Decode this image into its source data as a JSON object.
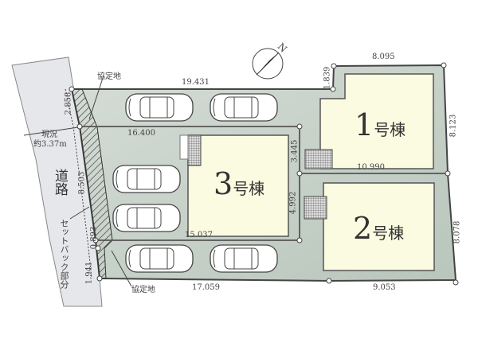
{
  "compass": {
    "north_label": "N"
  },
  "road": {
    "label": "道路",
    "width_note_line1": "現況",
    "width_note_line2": "約3.37m",
    "setback_label": "セットバック部分"
  },
  "agreement_land": {
    "top_label": "協定地",
    "bottom_label": "協定地"
  },
  "buildings": [
    {
      "number": "1",
      "suffix": "号棟"
    },
    {
      "number": "2",
      "suffix": "号棟"
    },
    {
      "number": "3",
      "suffix": "号棟"
    }
  ],
  "dimensions": {
    "top_left": "19.431",
    "notch": "1.839",
    "top_right": "8.095",
    "right_upper": "8.123",
    "right_lower": "8.078",
    "bottom_left": "17.059",
    "bottom_right": "9.053",
    "middle_upper": "16.400",
    "middle_lower": "15.037",
    "divider_1_2": "10.990",
    "divider_3_upper": "3.445",
    "divider_3_lower": "4.992",
    "road_edge_top": "2.858",
    "road_edge_mid": "8.503",
    "road_edge_bottom": "1.941",
    "road_edge_bottom2": "0.893"
  },
  "colors": {
    "lot": "#c5d0c8",
    "building": "#fbfbe2",
    "road": "#e6e7ea",
    "line": "#555555"
  }
}
